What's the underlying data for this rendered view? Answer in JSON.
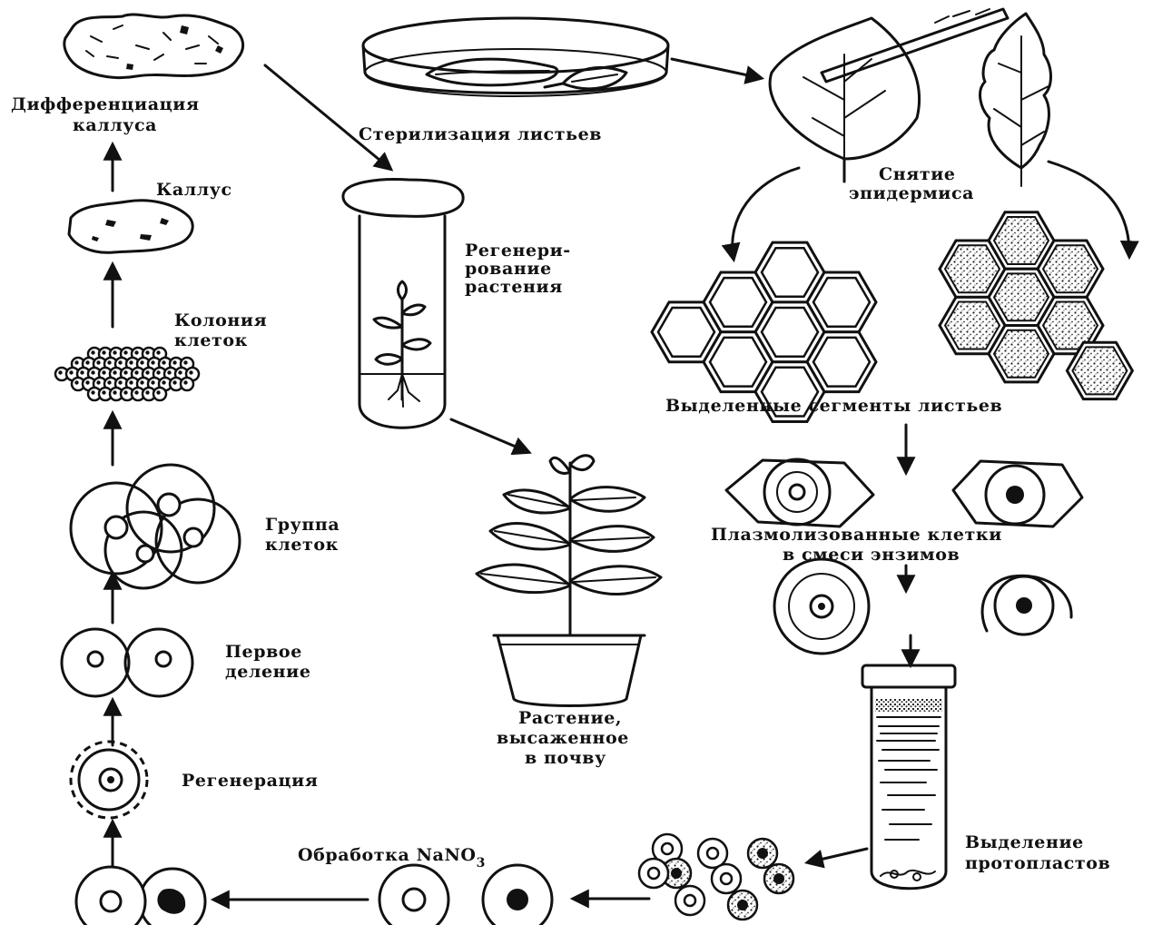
{
  "labels": {
    "callus_differentiation": [
      "Дифференциация",
      "каллуса"
    ],
    "callus": "Каллус",
    "cell_colony": [
      "Колония",
      "клеток"
    ],
    "cell_group": [
      "Группа",
      "клеток"
    ],
    "first_division": [
      "Первое",
      "деление"
    ],
    "regeneration": "Регенерация",
    "nano3_treatment_prefix": "Обработка NaNO",
    "nano3_subscript": "3",
    "leaf_sterilization": "Стерилизация листьев",
    "epidermis_removal": [
      "Снятие",
      "эпидермиса"
    ],
    "plant_regeneration": [
      "Регенери-",
      "рование",
      "растения"
    ],
    "isolated_leaf_segments": "Выделенные сегменты листьев",
    "plasmolyzed_cells": [
      "Плазмолизованные клетки",
      "в смеси энзимов"
    ],
    "planted_plant": [
      "Растение,",
      "высаженное",
      "в почву"
    ],
    "protoplast_isolation": [
      "Выделение",
      "протопластов"
    ]
  }
}
